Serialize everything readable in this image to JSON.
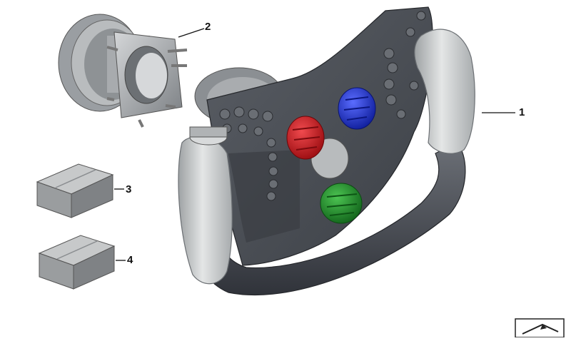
{
  "diagram": {
    "parts": [
      {
        "number": "1",
        "part_name": "steering-wheel"
      },
      {
        "number": "2",
        "part_name": "hub-adapter"
      },
      {
        "number": "3",
        "part_name": "box-package"
      },
      {
        "number": "4",
        "part_name": "box-package"
      }
    ],
    "icon": "navigation-arrow-icon",
    "colors": {
      "knob_red": "#c8141a",
      "knob_blue": "#1a2fd0",
      "knob_green": "#1e8f24",
      "wheel_body": "#4a4e54",
      "grip": "#c9cccc",
      "box": "#8e9193"
    }
  }
}
